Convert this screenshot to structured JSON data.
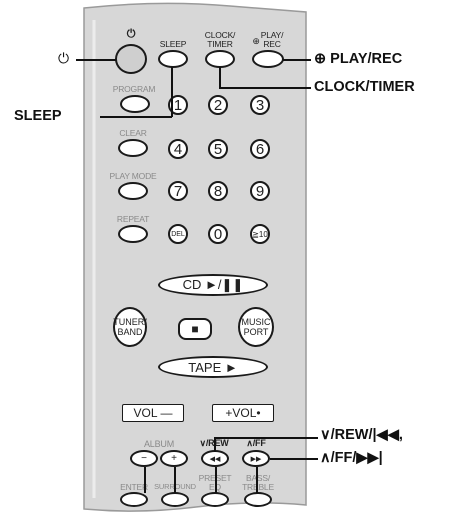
{
  "remote": {
    "power_symbol": "⏻",
    "sleep": "SLEEP",
    "clock_timer_top": "CLOCK/",
    "clock_timer_bottom": "TIMER",
    "play_rec_top": "PLAY/",
    "play_rec_bottom": "REC",
    "play_rec_icon": "⊕",
    "program": "PROGRAM",
    "clear": "CLEAR",
    "play_mode": "PLAY MODE",
    "repeat": "REPEAT",
    "digits": [
      "1",
      "2",
      "3",
      "4",
      "5",
      "6",
      "7",
      "8",
      "9"
    ],
    "del": "DEL",
    "zero": "0",
    "ten_plus": "≧10",
    "cd": "CD ►/❚❚",
    "tuner_top": "TUNER/",
    "tuner_bottom": "BAND",
    "stop_symbol": "■",
    "music_top": "MUSIC",
    "music_bottom": "PORT",
    "tape": "TAPE ►",
    "vol_minus": "VOL —",
    "vol_plus": "+VOL•",
    "album": "ALBUM",
    "album_down": "−",
    "album_up": "+",
    "rew_label": "∨/REW",
    "ff_label": "∧/FF",
    "rew_symbol": "◀◀",
    "ff_symbol": "▶▶",
    "enter": "ENTER",
    "surround": "SURROUND",
    "preset_top": "PRESET",
    "preset_bottom": "EQ",
    "bass_top": "BASS/",
    "bass_bottom": "TREBLE"
  },
  "callouts": {
    "power": "⏻",
    "sleep": "SLEEP",
    "play_rec": "⊕ PLAY/REC",
    "clock_timer": "CLOCK/TIMER",
    "rew": "∨/REW/|◀◀,",
    "ff": "∧/FF/▶▶|"
  }
}
